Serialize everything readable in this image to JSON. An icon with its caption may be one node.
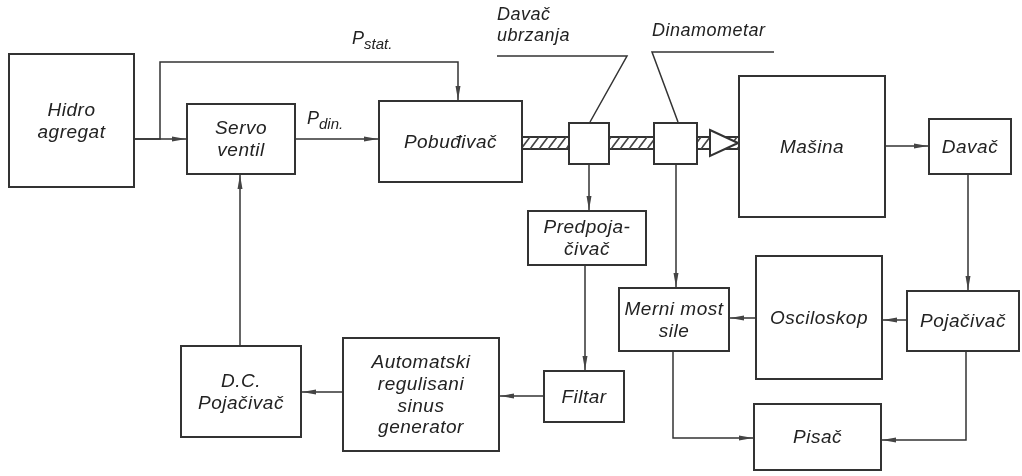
{
  "diagram": {
    "nodes": [
      {
        "text": [
          "Hidro agregat"
        ]
      },
      {
        "text": [
          "Servo ventil"
        ]
      },
      {
        "text": [
          "Pobuđivač"
        ]
      },
      {
        "text": [
          "Davač ubrzanja"
        ]
      },
      {
        "text": [],
        "shape": "box"
      },
      {
        "text": [
          "Dinamometar"
        ]
      },
      {
        "text": [],
        "shape": "box"
      },
      {
        "text": [
          "Mašina"
        ]
      },
      {
        "text": [
          "Davač"
        ]
      },
      {
        "text": [
          "Predpoja- čivač"
        ]
      },
      {
        "text": [
          "Merni most sile"
        ]
      },
      {
        "text": [
          "Osciloskop"
        ]
      },
      {
        "text": [
          "Pojačivač"
        ]
      },
      {
        "text": [
          "Filtar"
        ]
      },
      {
        "text": [
          "Automatski regulisani sinus generator"
        ]
      },
      {
        "text": [
          "D.C. Pojačivač"
        ]
      },
      {
        "text": [
          "Pisač"
        ]
      }
    ],
    "edges": [
      {
        "from": 0,
        "to": 1,
        "arrow": "to"
      },
      {
        "from": 0,
        "to": 2,
        "arrow": "to",
        "label": "P$_{stat.}$"
      },
      {
        "from": 1,
        "to": 2,
        "arrow": "to",
        "label": "P$_{din.}$"
      },
      {
        "from": 2,
        "to": 4,
        "arrow": "none",
        "style": "thick"
      },
      {
        "from": 4,
        "to": 6,
        "arrow": "none",
        "style": "thick"
      },
      {
        "from": 6,
        "to": 7,
        "arrow": "to",
        "style": "thick"
      },
      {
        "from": 3,
        "to": 4,
        "arrow": "none"
      },
      {
        "from": 5,
        "to": 6,
        "arrow": "none"
      },
      {
        "from": 4,
        "to": 9,
        "arrow": "to"
      },
      {
        "from": 6,
        "to": 10,
        "arrow": "to"
      },
      {
        "from": 7,
        "to": 8,
        "arrow": "to"
      },
      {
        "from": 8,
        "to": 12,
        "arrow": "to"
      },
      {
        "from": 9,
        "to": 13,
        "arrow": "to"
      },
      {
        "from": 13,
        "to": 14,
        "arrow": "to"
      },
      {
        "from": 14,
        "to": 15,
        "arrow": "to"
      },
      {
        "from": 15,
        "to": 1,
        "arrow": "to"
      },
      {
        "from": 11,
        "to": 10,
        "arrow": "to"
      },
      {
        "from": 12,
        "to": 11,
        "arrow": "to"
      },
      {
        "from": 10,
        "to": 16,
        "arrow": "to"
      },
      {
        "from": 12,
        "to": 16,
        "arrow": "to"
      }
    ]
  }
}
